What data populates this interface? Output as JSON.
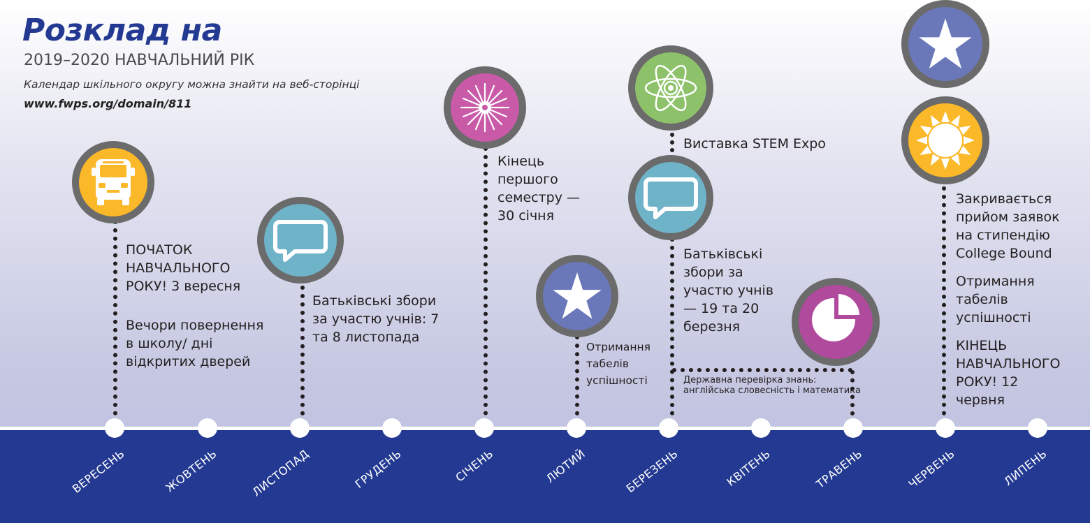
{
  "header": {
    "title": "Розклад на",
    "subtitle": "2019–2020 НАВЧАЛЬНИЙ РІК",
    "note": "Календар шкільного округу можна знайти на веб-сторінці",
    "url": "www.fwps.org/domain/811"
  },
  "months": [
    "ВЕРЕСЕНЬ",
    "ЖОВТЕНЬ",
    "ЛИСТОПАД",
    "ГРУДЕНЬ",
    "СІЧЕНЬ",
    "ЛЮТИЙ",
    "БЕРЕЗЕНЬ",
    "КВІТЕНЬ",
    "ТРАВЕНЬ",
    "ЧЕРВЕНЬ",
    "ЛИПЕНЬ"
  ],
  "events": {
    "sep_1": "ПОЧАТОК НАВЧАЛЬНОГО РОКУ! 3 вересня",
    "sep_2": "Вечори повернення в школу/   дні відкритих дверей",
    "nov": "Батьківські збори за участю учнів: 7 та 8 листопада",
    "jan": "Кінець першого семестру — 30 січня",
    "feb": "Отримання табелів успішності",
    "mar_stem": "Виставка STEM Expo",
    "mar_conf": "Батьківські збори за участю учнів — 19 та 20 березня",
    "state_test": "Державна перевірка знань: англійська словесність і математика",
    "jun_1": "Закривається прийом заявок на стипендію College Bound",
    "jun_2": "Отримання табелів успішності",
    "jun_3": "КІНЕЦЬ НАВЧАЛЬНОГО РОКУ! 12 червня"
  },
  "icons": {
    "sep": "school-bus-icon",
    "nov": "speech-bubble-icon",
    "jan": "snowflake-icon",
    "feb": "star-icon",
    "mar_top": "atom-icon",
    "mar": "speech-bubble-icon",
    "may": "pie-chart-icon",
    "jun_top": "star-icon",
    "jun": "sun-icon"
  },
  "colors": {
    "band": "#243a92",
    "title": "#243a92",
    "bus": "#fbb829",
    "bubble": "#6fb3c8",
    "snowflake": "#c95aa8",
    "star": "#6a78ba",
    "atom": "#8dc26b",
    "pie": "#b04a9c",
    "sun": "#fbb829",
    "ring": "#6b6b6b"
  }
}
